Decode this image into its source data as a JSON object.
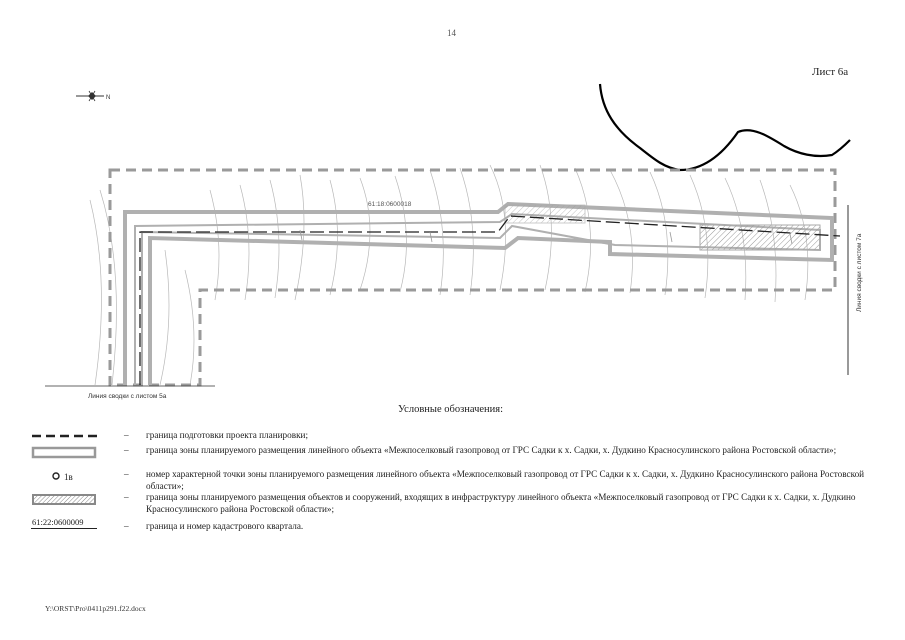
{
  "page": {
    "number": "14",
    "sheet_title": "Лист 6а",
    "footer_path": "Y:\\ORST\\Pro\\0411p291.f22.docx"
  },
  "map": {
    "cadastral_label": "61:18:0600018",
    "match_line_bottom": "Линия сводки с листом 5а",
    "match_line_right": "Линия сводки с листом 7а",
    "colors": {
      "dashed_boundary": "#9a9a9a",
      "corridor": "#b0b0b0",
      "gas_line": "#222222",
      "contours": "#b8b8b8",
      "boundary_curve": "#000000"
    }
  },
  "legend": {
    "title": "Условные обозначения:",
    "dash_symbol": "–",
    "items": [
      {
        "symbol": "dashed-line-icon",
        "text": "граница подготовки проекта планировки;"
      },
      {
        "symbol": "grey-rectangle-icon",
        "text": "граница зоны планируемого размещения линейного объекта «Межпоселковый газопровод от ГРС Садки к х. Садки, х. Дудкино Красносулинского района Ростовской области»;"
      },
      {
        "symbol": "point-marker-icon",
        "label": "1в",
        "text": "номер характерной точки зоны планируемого размещения  линейного объекта «Межпоселковый газопровод от ГРС Садки к х. Садки, х. Дудкино Красносулинского района Ростовской области»;"
      },
      {
        "symbol": "hatched-rectangle-icon",
        "text": "граница зоны планируемого размещения объектов и сооружений, входящих в инфраструктуру линейного объекта «Межпоселковый газопровод от ГРС Садки к х. Садки, х. Дудкино Красносулинского района Ростовской области»;"
      },
      {
        "symbol": "cadastral-number-icon",
        "label": "61:22:0600009",
        "text": "граница и номер кадастрового квартала."
      }
    ]
  }
}
